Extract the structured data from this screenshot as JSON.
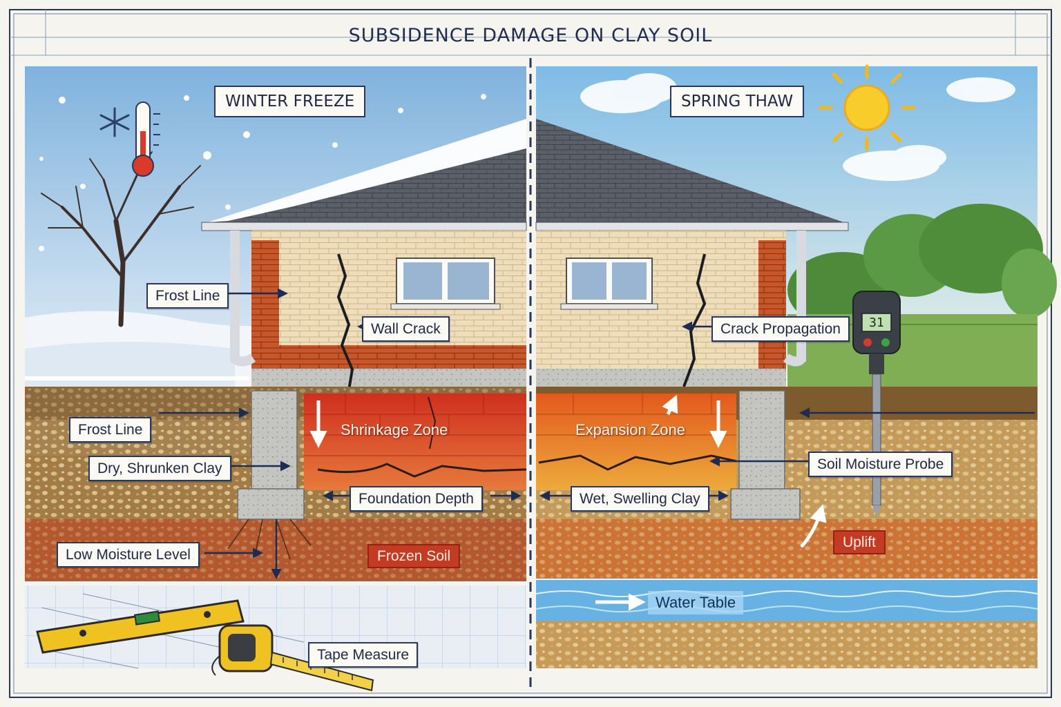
{
  "title": "SUBSIDENCE DAMAGE ON CLAY SOIL",
  "panels": {
    "winter": {
      "title": "WINTER FREEZE",
      "labels": {
        "frost_line_wall": "Frost Line",
        "wall_crack": "Wall Crack",
        "frost_line_soil": "Frost Line",
        "shrinkage_zone": "Shrinkage Zone",
        "dry_shrunken_clay": "Dry, Shrunken Clay",
        "foundation_depth": "Foundation Depth",
        "low_moisture_level": "Low Moisture Level",
        "frozen_soil": "Frozen Soil",
        "tape_measure": "Tape Measure"
      }
    },
    "spring": {
      "title": "SPRING THAW",
      "labels": {
        "crack_propagation": "Crack Propagation",
        "expansion_zone": "Expansion Zone",
        "soil_moisture_probe": "Soil Moisture Probe",
        "wet_swelling_clay": "Wet, Swelling Clay",
        "uplift": "Uplift",
        "water_table": "Water Table"
      },
      "probe_reading": "31"
    }
  },
  "colors": {
    "frame": "#27375b",
    "shrinkage": "#d2412c",
    "expansion": "#e06a24",
    "water": "#4f9fd8"
  }
}
